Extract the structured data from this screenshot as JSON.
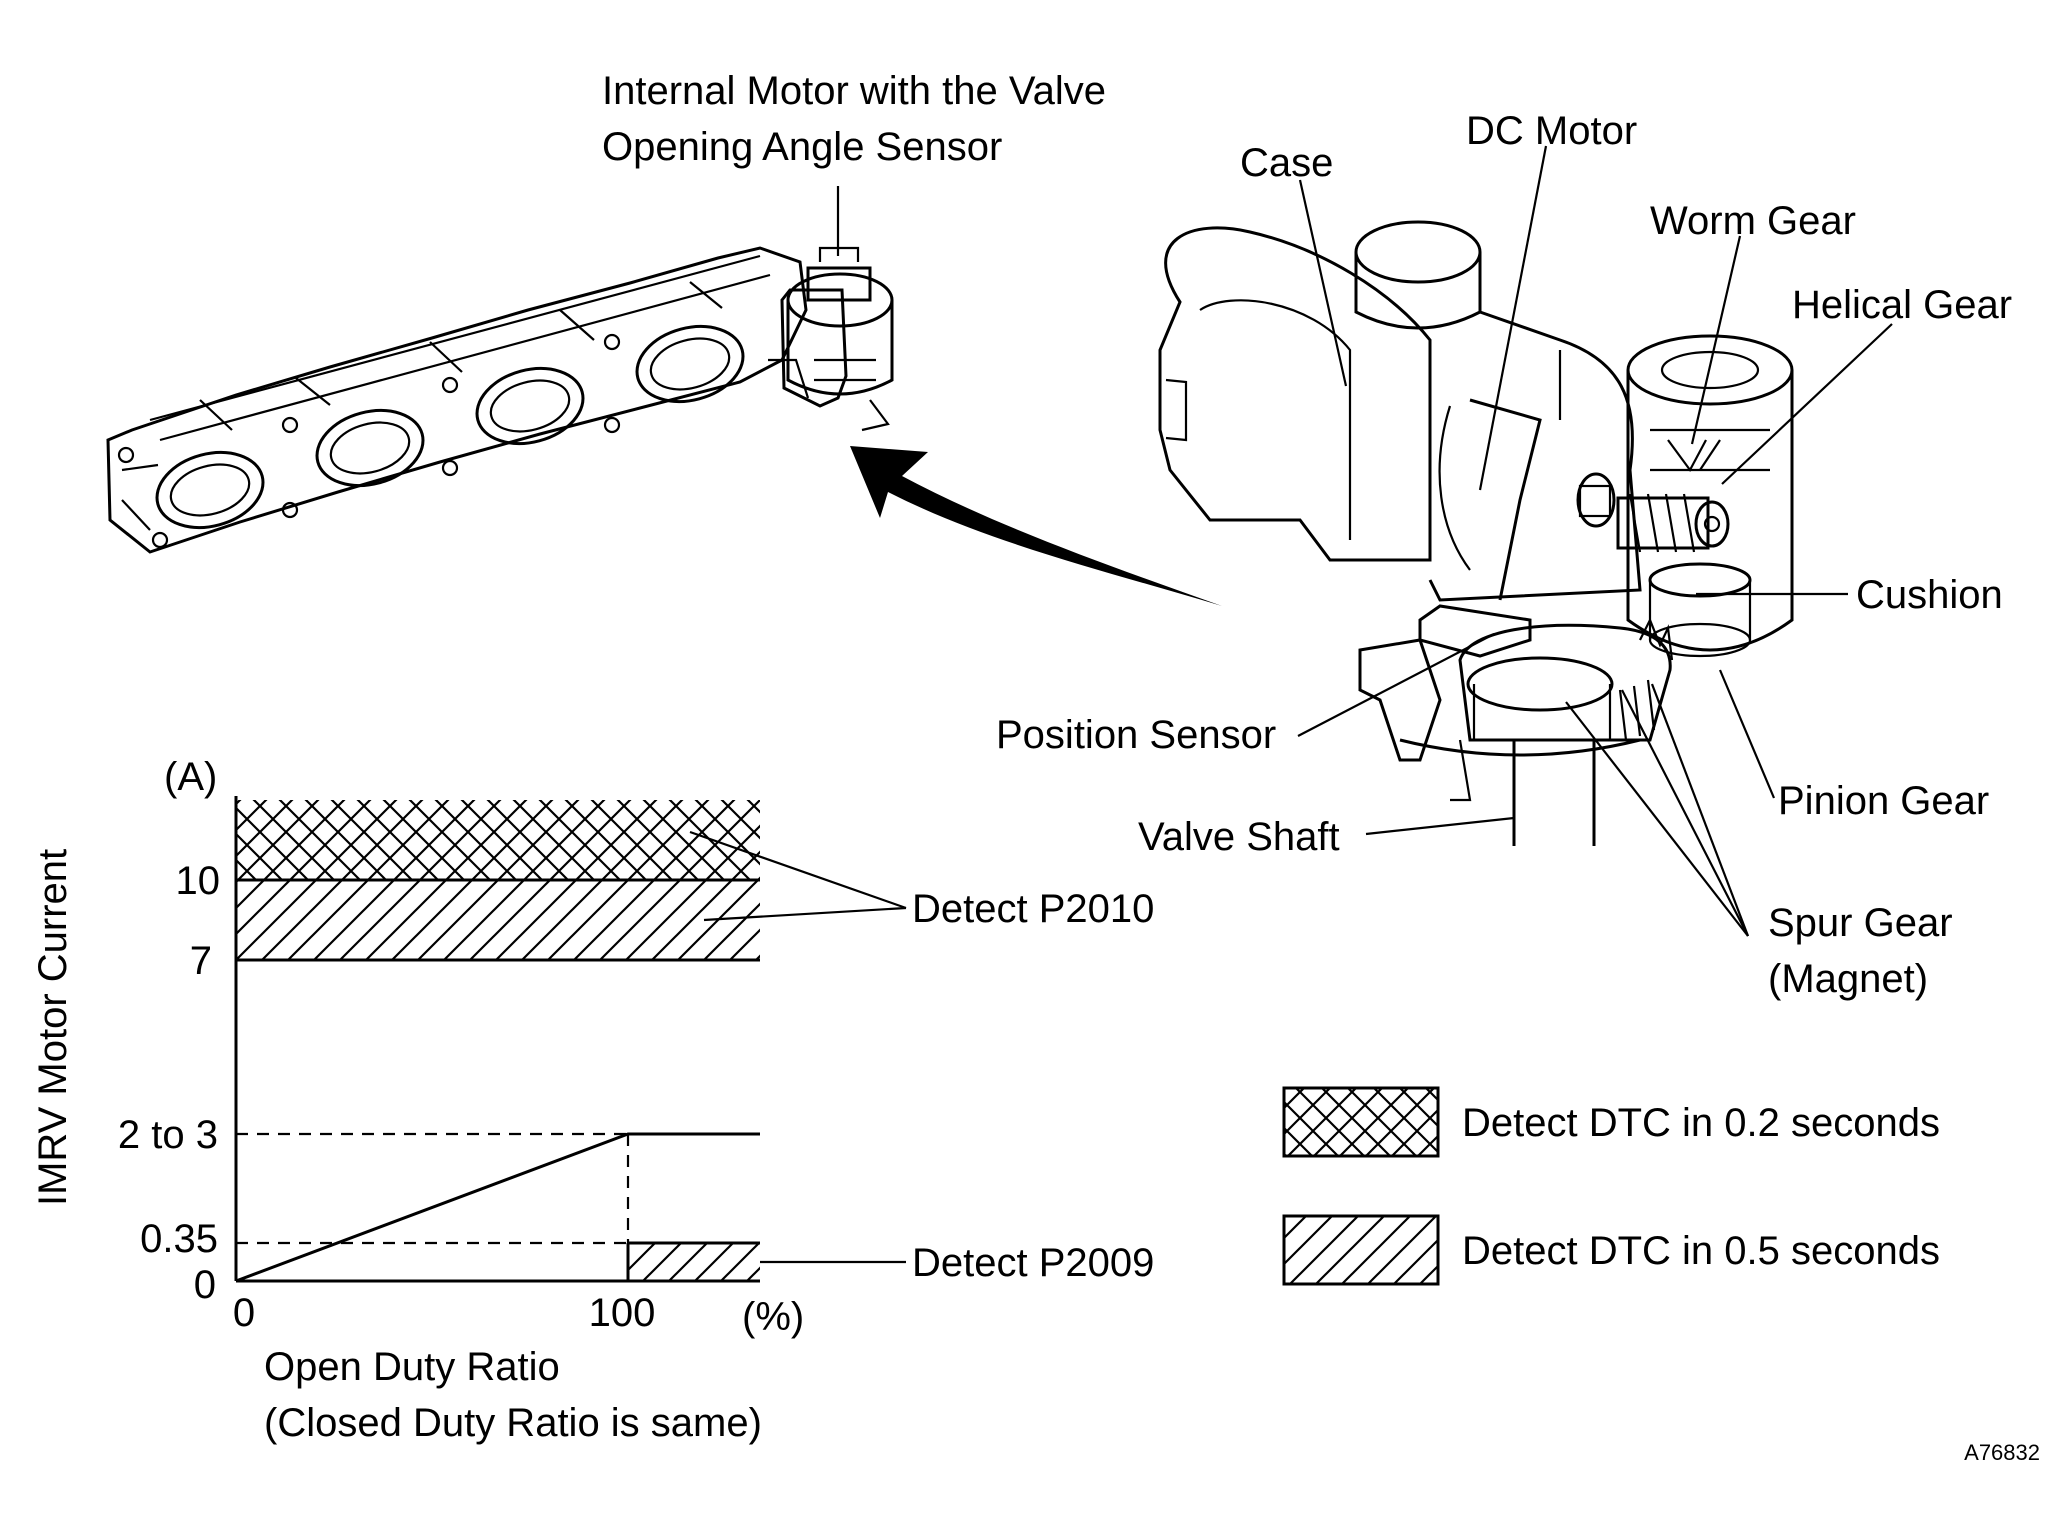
{
  "figure_code": "A76832",
  "labels": {
    "internal_motor_line1": "Internal Motor with the Valve",
    "internal_motor_line2": "Opening Angle Sensor",
    "case": "Case",
    "dc_motor": "DC Motor",
    "worm_gear": "Worm Gear",
    "helical_gear": "Helical Gear",
    "cushion": "Cushion",
    "position_sensor": "Position Sensor",
    "valve_shaft": "Valve Shaft",
    "pinion_gear": "Pinion Gear",
    "spur_gear_line1": "Spur Gear",
    "spur_gear_line2": "(Magnet)"
  },
  "legend": {
    "crosshatch": "Detect DTC in 0.2 seconds",
    "hatch": "Detect DTC in 0.5 seconds"
  },
  "chart_data": {
    "type": "area",
    "ylabel": "IMRV Motor Current",
    "y_unit": "(A)",
    "xlabel_line1": "Open Duty Ratio",
    "xlabel_line2": "(Closed Duty Ratio is same)",
    "x_unit": "(%)",
    "x_ticks": [
      "0",
      "100"
    ],
    "y_ticks": [
      "0",
      "0.35",
      "2 to 3",
      "7",
      "10"
    ],
    "normal_current_line": {
      "x": [
        0,
        100,
        135
      ],
      "y": [
        "0",
        "2 to 3",
        "2 to 3"
      ]
    },
    "regions": [
      {
        "pattern": "crosshatch",
        "y_range": [
          "10",
          "above"
        ],
        "annotation": "Detect P2010"
      },
      {
        "pattern": "hatch",
        "y_range": [
          "7",
          "10"
        ],
        "annotation": "Detect P2010"
      },
      {
        "pattern": "hatch",
        "x_range": [
          100,
          135
        ],
        "y_range": [
          "0",
          "0.35"
        ],
        "annotation": "Detect P2009"
      }
    ]
  }
}
